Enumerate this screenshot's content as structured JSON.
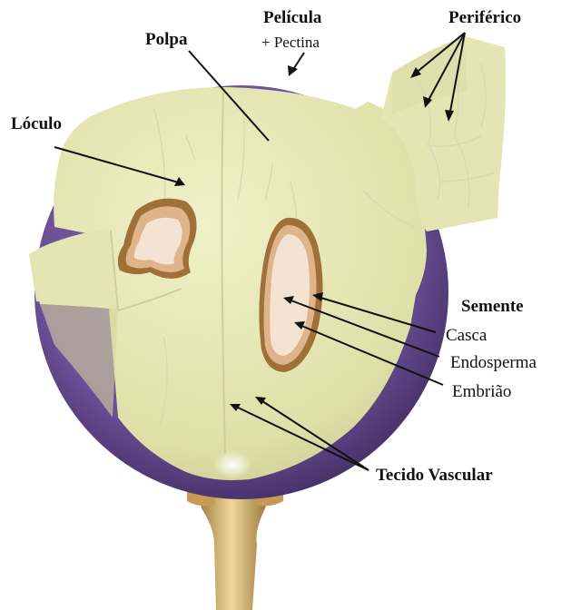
{
  "labels": {
    "pelicula": "Película",
    "pectina": "+ Pectina",
    "periferico": "Periférico",
    "polpa": "Polpa",
    "loculo": "Lóculo",
    "semente": "Semente",
    "casca": "Casca",
    "endosperma": "Endosperma",
    "embriao": "Embrião",
    "tecido_vascular": "Tecido Vascular"
  },
  "colors": {
    "skin": "#6a4f95",
    "pulp": "#e7e8b8",
    "seed_coat": "#a0703a",
    "endosperm": "#e0b48a",
    "embryo": "#f4e3d2",
    "stem": "#d8b470"
  }
}
